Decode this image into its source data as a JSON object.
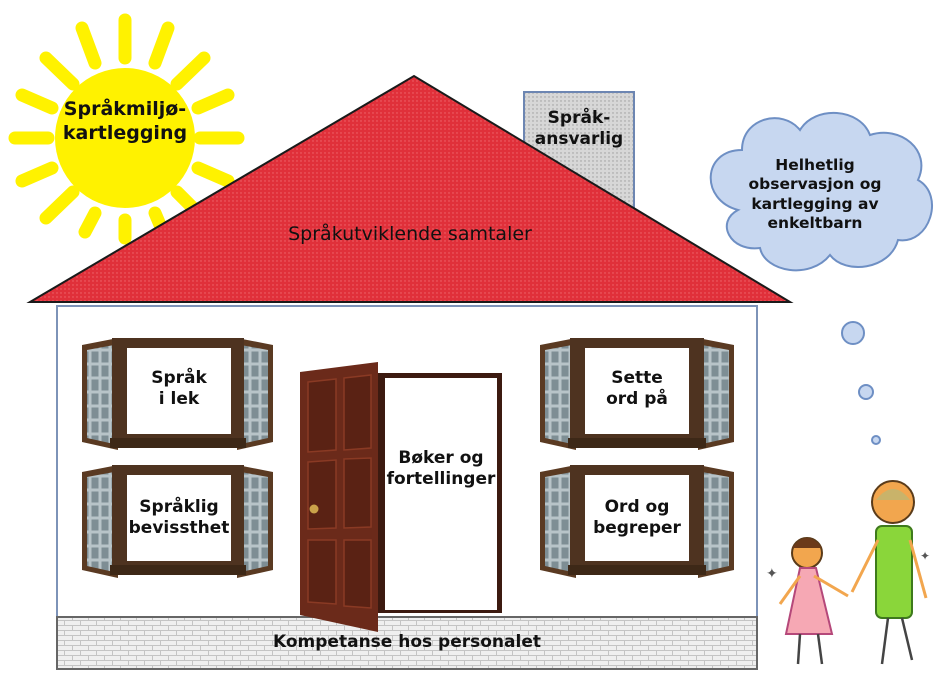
{
  "sun": {
    "line1": "Språkmiljø-",
    "line2": "kartlegging"
  },
  "chimney": {
    "line1": "Språk-",
    "line2": "ansvarlig"
  },
  "roof": {
    "label": "Språkutviklende samtaler"
  },
  "cloud": {
    "line1": "Helhetlig",
    "line2": "observasjon og",
    "line3": "kartlegging av",
    "line4": "enkeltbarn"
  },
  "windows": {
    "top_left": {
      "line1": "Språk",
      "line2": "i lek"
    },
    "top_right": {
      "line1": "Sette",
      "line2": "ord på"
    },
    "bottom_left": {
      "line1": "Språklig",
      "line2": "bevissthet"
    },
    "bottom_right": {
      "line1": "Ord og",
      "line2": "begreper"
    }
  },
  "door": {
    "line1": "Bøker og",
    "line2": "fortellinger"
  },
  "foundation": {
    "label": "Kompetanse hos personalet"
  },
  "colors": {
    "sun": "#fff200",
    "roof": "#e0303a",
    "cloud": "#c7d7f0",
    "door_wood": "#6b2a1a",
    "shutter_wood": "#5a3a22",
    "chimney": "#d7d7d7",
    "foundation": "#eeeeee"
  }
}
